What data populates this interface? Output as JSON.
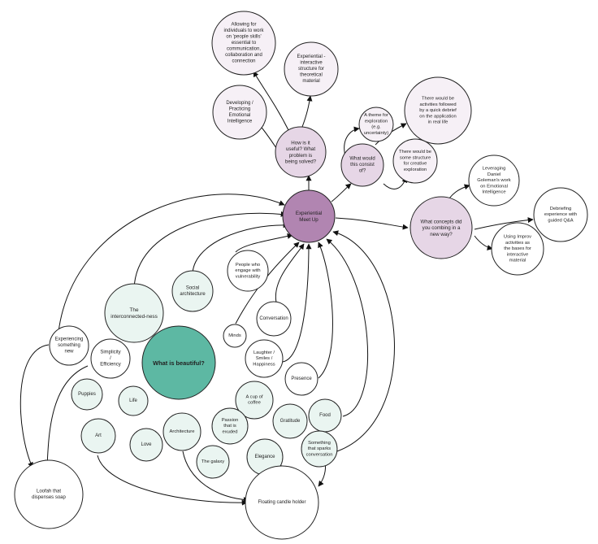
{
  "colors": {
    "hub": "#b185b1",
    "sub": "#e6d6e6",
    "leaf_purple": "#f6f0f6",
    "root": "#5db8a3",
    "mint": "#eaf5f1",
    "white": "#ffffff",
    "stroke": "#222222",
    "edge": "#111111"
  },
  "nodes": {
    "experiential": "Experiential Meet Up",
    "useful": "How is it useful? What problem is being solved?",
    "allowing": "Allowing for individuals to work on 'people skills' essential to communication, collaboration and connection",
    "interactive": "Experiential - interactive structure for theoretical material",
    "developing": "Developing / Practicing Emotional Intelligence",
    "consist": "What would this consist of?",
    "theme": "A theme for exploration (e.g. uncertainty)",
    "activities": "There would be activities followed by a quick debrief on the application in real life",
    "structure": "There would be some structure for creative exploration",
    "concepts": "What concepts did you combing in a new way?",
    "goleman": "Leveraging Daniel Goleman's work on Emotional Intelligence",
    "debriefing": "Debriefing experience with guided Q&A",
    "improv": "Using Improv activities as the bases for interactive material",
    "beautiful": "What is beautiful?",
    "interconnected": "The interconnected-ness",
    "social": "Social architecture",
    "vulnerability": "People who engage with vulnerability",
    "conversation": "Conversation",
    "minds": "Minds",
    "experiencing": "Experiencing something new",
    "simplicity": "Simplicity / Efficiency",
    "laughter": "Laughter / Smiles / Happiness",
    "presence": "Presence",
    "puppies": "Puppies",
    "life": "Life",
    "coffee": "A cup of coffee",
    "gratitude": "Gratitude",
    "food": "Food",
    "art": "Art",
    "love": "Love",
    "architecture": "Architecture",
    "passion": "Passion that is exuded",
    "galaxy": "The galaxy",
    "elegance": "Elegance",
    "sparks": "Something that sparks conversation",
    "loofah": "Loofah that dispenses soap",
    "candle": "Floating candle holder"
  }
}
